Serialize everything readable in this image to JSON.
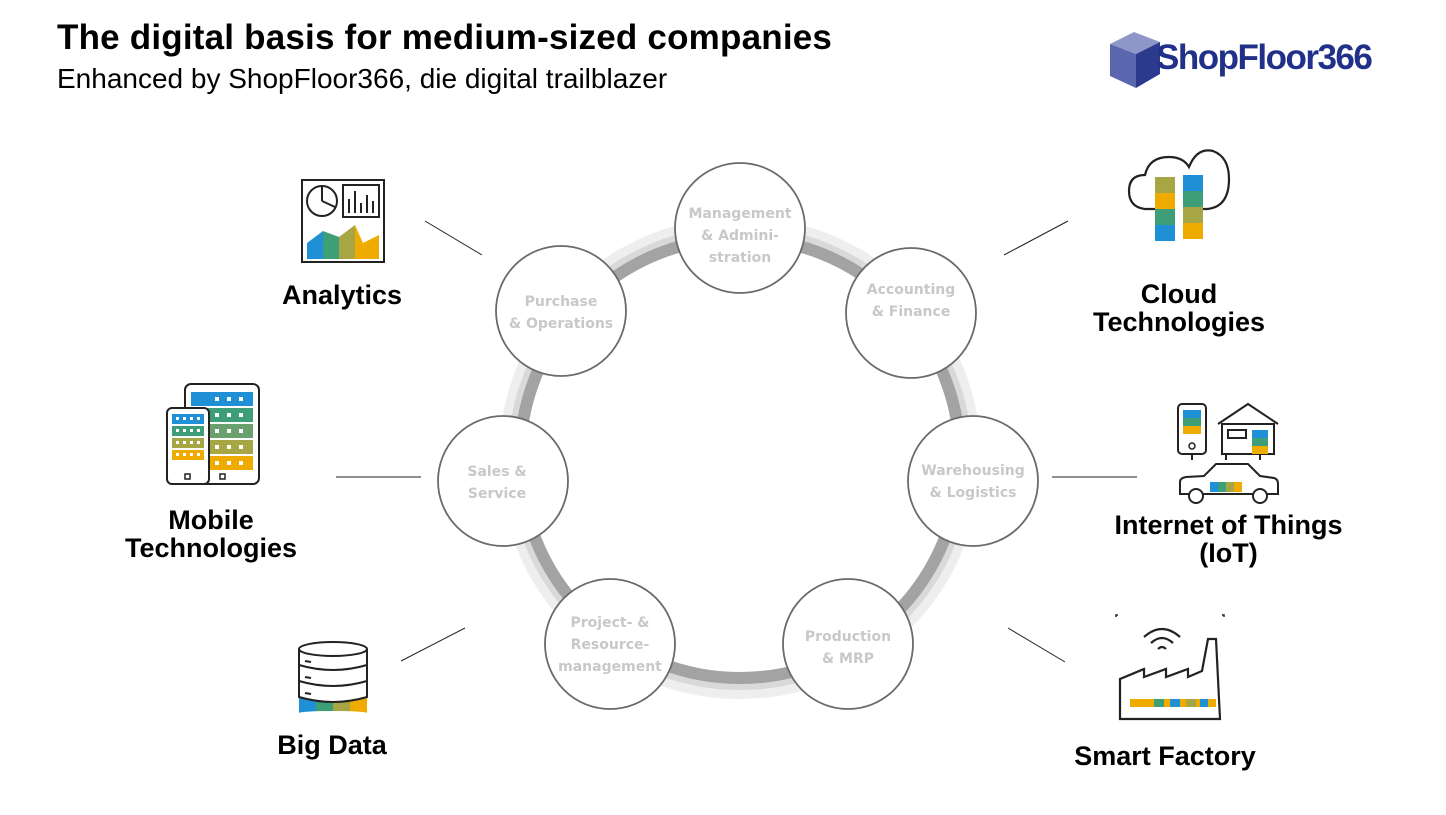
{
  "header": {
    "title": "The digital basis for medium-sized companies",
    "subtitle": "Enhanced by ShopFloor366, die digital trailblazer"
  },
  "logo": {
    "text": "ShopFloor366",
    "color": "#21318a",
    "icon": "cube-icon"
  },
  "ring_nodes": [
    {
      "id": "management",
      "label": "Management\n& Admini-\nstration"
    },
    {
      "id": "accounting",
      "label": "Accounting\n& Finance"
    },
    {
      "id": "warehousing",
      "label": "Warehousing\n& Logistics"
    },
    {
      "id": "production",
      "label": "Production\n& MRP"
    },
    {
      "id": "project",
      "label": "Project- &\nResource-\nmanagement"
    },
    {
      "id": "sales",
      "label": "Sales &\nService"
    },
    {
      "id": "purchase",
      "label": "Purchase\n& Operations"
    }
  ],
  "technologies": [
    {
      "id": "analytics",
      "label": "Analytics",
      "icon": "analytics-dashboard-icon"
    },
    {
      "id": "mobile",
      "label": "Mobile\nTechnologies",
      "icon": "mobile-devices-icon"
    },
    {
      "id": "bigdata",
      "label": "Big Data",
      "icon": "database-icon"
    },
    {
      "id": "cloud",
      "label": "Cloud\nTechnologies",
      "icon": "cloud-icon"
    },
    {
      "id": "iot",
      "label": "Internet of Things\n(IoT)",
      "icon": "iot-house-car-icon"
    },
    {
      "id": "factory",
      "label": "Smart Factory",
      "icon": "smart-factory-icon"
    }
  ],
  "colors": {
    "blue": "#1f8fd6",
    "green": "#3e9e78",
    "olive": "#a6a644",
    "yellow": "#f0ab00",
    "ring_dark": "#9a9a9a",
    "ring_light": "#e6e6e6",
    "node_border": "#6a6a6a",
    "node_text": "#c8c8c8"
  }
}
